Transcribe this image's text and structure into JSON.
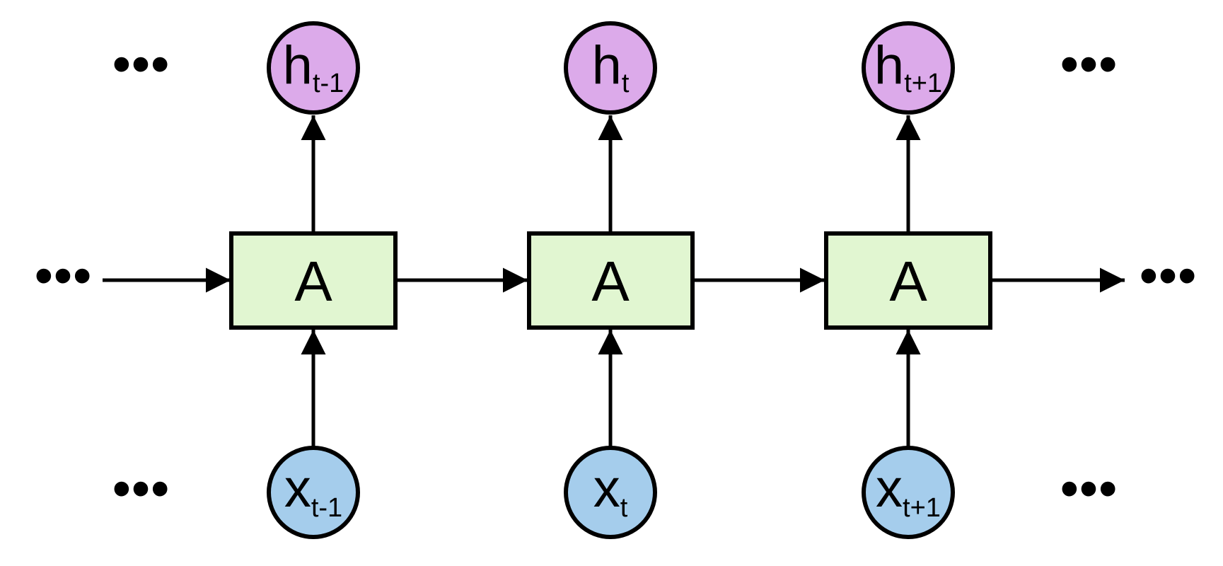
{
  "diagram": {
    "colors": {
      "output_fill": "#dcaaea",
      "input_fill": "#a5cdec",
      "cell_fill": "#e1f6d1",
      "stroke": "#000000"
    },
    "steps": [
      {
        "output": {
          "symbol": "h",
          "subscript": "t-1"
        },
        "cell": {
          "label": "A"
        },
        "input": {
          "symbol": "x",
          "subscript": "t-1"
        }
      },
      {
        "output": {
          "symbol": "h",
          "subscript": "t"
        },
        "cell": {
          "label": "A"
        },
        "input": {
          "symbol": "x",
          "subscript": "t"
        }
      },
      {
        "output": {
          "symbol": "h",
          "subscript": "t+1"
        },
        "cell": {
          "label": "A"
        },
        "input": {
          "symbol": "x",
          "subscript": "t+1"
        }
      }
    ],
    "ellipsis": {
      "output_left": "•••",
      "output_right": "•••",
      "chain_left": "•••",
      "chain_right": "•••",
      "input_left": "•••",
      "input_right": "•••"
    }
  }
}
